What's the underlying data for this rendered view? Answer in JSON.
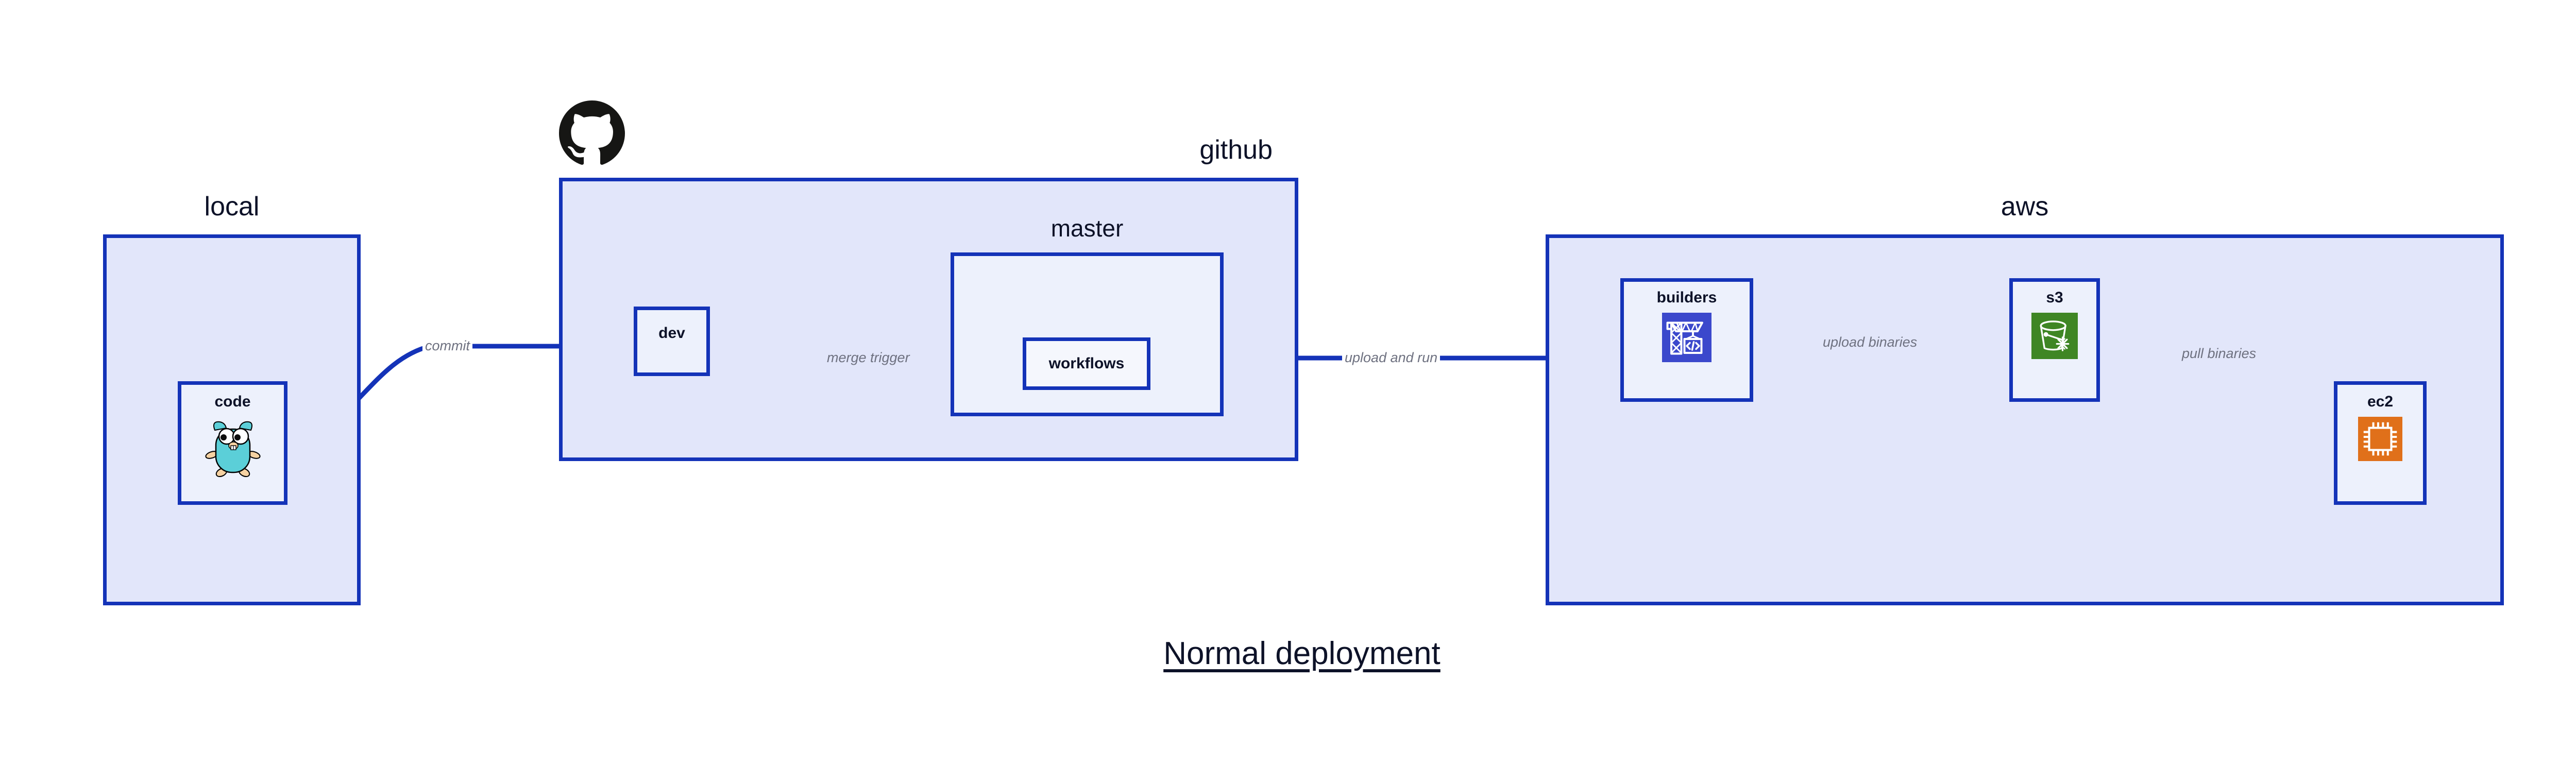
{
  "title": "Normal deployment",
  "colors": {
    "container_border": "#1433b8",
    "container_fill": "#e2e6fa",
    "node_fill": "#edf1fc",
    "subnode_fill": "#f5f7fd",
    "edge": "#1433b8",
    "edge_label_text": "#6e7180",
    "node_text": "#0d1228",
    "codebuild_blue": "#3b48cc",
    "s3_green": "#3f8624",
    "ec2_orange": "#e0701a",
    "github_black": "#161614",
    "gopher_teal": "#5bcfd8"
  },
  "groups": [
    {
      "id": "local",
      "label": "local",
      "label_align": "center"
    },
    {
      "id": "github",
      "label": "github",
      "label_align": "right",
      "logo": "github-octocat-logo"
    },
    {
      "id": "aws",
      "label": "aws",
      "label_align": "center"
    }
  ],
  "subgroups": [
    {
      "id": "master",
      "label": "master",
      "parent": "github",
      "label_align": "center"
    }
  ],
  "nodes": [
    {
      "id": "code",
      "label": "code",
      "parent": "local",
      "icon": "go-gopher-icon"
    },
    {
      "id": "dev",
      "label": "dev",
      "parent": "github",
      "icon": null
    },
    {
      "id": "workflows",
      "label": "workflows",
      "parent": "master",
      "icon": null
    },
    {
      "id": "builders",
      "label": "builders",
      "parent": "aws",
      "icon": "aws-codebuild-icon"
    },
    {
      "id": "s3",
      "label": "s3",
      "parent": "aws",
      "icon": "aws-s3-glacier-icon"
    },
    {
      "id": "ec2",
      "label": "ec2",
      "parent": "aws",
      "icon": "aws-ec2-chip-icon"
    }
  ],
  "edges": [
    {
      "id": "commit",
      "label": "commit",
      "from": "code",
      "to": "dev",
      "style": "curved"
    },
    {
      "id": "merge-trigger",
      "label": "merge trigger",
      "from": "dev",
      "to": "workflows",
      "style": "straight"
    },
    {
      "id": "upload-and-run",
      "label": "upload and run",
      "from": "workflows",
      "to": "builders",
      "style": "straight"
    },
    {
      "id": "upload-binaries",
      "label": "upload binaries",
      "from": "builders",
      "to": "s3",
      "style": "straight"
    },
    {
      "id": "pull-binaries",
      "label": "pull binaries",
      "from": "s3",
      "to": "ec2",
      "style": "curved"
    }
  ]
}
